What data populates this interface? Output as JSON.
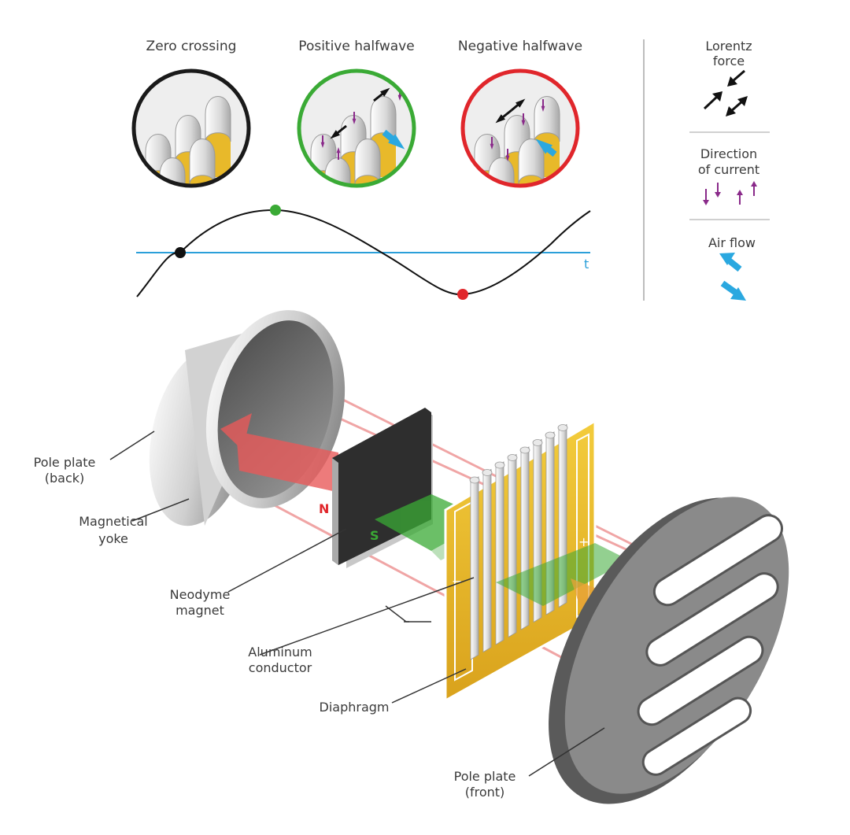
{
  "colors": {
    "neutral_ring": "#1a1a1a",
    "positive": "#3aaa35",
    "negative": "#e0262b",
    "time_axis": "#2b9fd9",
    "current_arrow": "#8a2a8a",
    "air_flow": "#2aa8e0",
    "lorentz_arrow": "#111111",
    "conductor_gold": "#e8b92a",
    "field_red": "#e85a5a",
    "field_green": "#3aaa35"
  },
  "states": {
    "zero": "Zero crossing",
    "positive": "Positive halfwave",
    "negative": "Negative halfwave"
  },
  "waveform": {
    "axis_label": "t"
  },
  "legend": {
    "lorentz": [
      "Lorentz",
      "force"
    ],
    "current": [
      "Direction",
      "of current"
    ],
    "airflow": "Air flow"
  },
  "icons": {
    "lorentz": "double-arrow-icon",
    "current": "up-down-arrow-icon",
    "airflow": "diagonal-arrow-icon"
  },
  "components": {
    "pole_back": [
      "Pole plate",
      "(back)"
    ],
    "yoke": [
      "Magnetical",
      "yoke"
    ],
    "magnet": [
      "Neodyme",
      "magnet"
    ],
    "conductor": [
      "Aluminum",
      "conductor"
    ],
    "diaphragm": "Diaphragm",
    "pole_front": [
      "Pole plate",
      "(front)"
    ]
  },
  "magnet_poles": {
    "north": "N",
    "south": "S"
  },
  "terminals": {
    "minus": "−",
    "plus": "+"
  }
}
